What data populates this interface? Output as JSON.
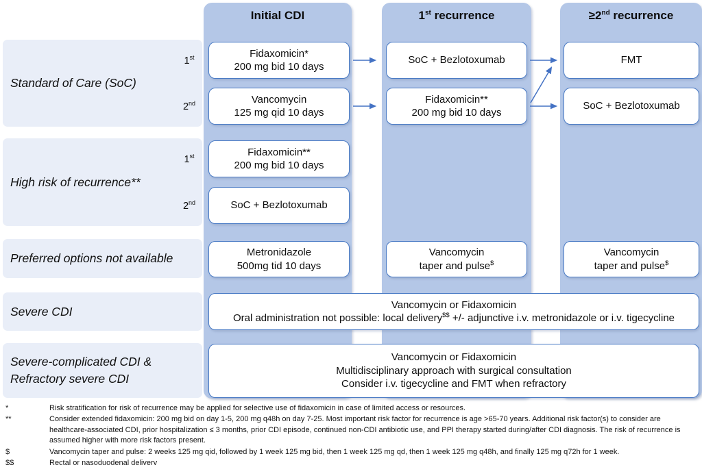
{
  "colors": {
    "band": "#b4c7e7",
    "panel": "#e9eef8",
    "border": "#4a7bc5",
    "arrow": "#4472c4",
    "text": "#1b1b1b"
  },
  "headers": [
    {
      "pre": "Initial CDI",
      "sup": "",
      "post": ""
    },
    {
      "pre": "1",
      "sup": "st",
      "post": " recurrence"
    },
    {
      "pre": "≥2",
      "sup": "nd",
      "post": " recurrence"
    }
  ],
  "rows": [
    {
      "label": "Standard of Care (SoC)"
    },
    {
      "label": "High risk of recurrence**"
    },
    {
      "label": "Preferred options not available"
    },
    {
      "label": "Severe CDI"
    },
    {
      "label_line1": "Severe-complicated CDI &",
      "label_line2": "Refractory severe CDI"
    }
  ],
  "ordinals": {
    "first": {
      "num": "1",
      "sup": "st"
    },
    "second": {
      "num": "2",
      "sup": "nd"
    }
  },
  "boxes": {
    "initial_soc_first": {
      "line1": "Fidaxomicin*",
      "line2": "200 mg bid 10 days"
    },
    "initial_soc_second": {
      "line1": "Vancomycin",
      "line2": "125 mg qid 10 days"
    },
    "initial_hr_first": {
      "line1": "Fidaxomicin**",
      "line2": "200 mg bid 10 days"
    },
    "initial_hr_second": {
      "line1": "SoC + Bezlotoxumab"
    },
    "initial_pona": {
      "line1": "Metronidazole",
      "line2": "500mg tid 10 days"
    },
    "rec1_top": {
      "line1": "SoC + Bezlotoxumab"
    },
    "rec1_bottom": {
      "line1": "Fidaxomicin**",
      "line2": "200 mg bid 10 days"
    },
    "rec1_pona": {
      "line1": "Vancomycin",
      "line2_pre": "taper and pulse",
      "line2_sup": "$"
    },
    "rec2_top": {
      "line1": "FMT"
    },
    "rec2_bottom": {
      "line1": "SoC + Bezlotoxumab"
    },
    "rec2_pona": {
      "line1": "Vancomycin",
      "line2_pre": "taper and pulse",
      "line2_sup": "$"
    },
    "severe": {
      "line1": "Vancomycin or Fidaxomicin",
      "line2_pre": "Oral administration not possible: local delivery",
      "line2_sup": "$$",
      "line2_post": " +/- adjunctive i.v. metronidazole or i.v. tigecycline"
    },
    "severe_complicated": {
      "line1": "Vancomycin or Fidaxomicin",
      "line2": "Multidisciplinary approach with surgical consultation",
      "line3": "Consider i.v. tigecycline and FMT when refractory"
    }
  },
  "footnotes": [
    {
      "symbol": "*",
      "text": "Risk stratification for risk of recurrence may be applied for selective use of fidaxomicin in case of limited access or resources."
    },
    {
      "symbol": "**",
      "text": "Consider extended fidaxomicin: 200 mg bid on day 1-5, 200 mg q48h on day 7-25. Most important risk factor for recurrence is age >65-70 years. Additional risk factor(s) to consider are healthcare-associated CDI, prior hospitalization ≤ 3 months, prior CDI episode, continued non-CDI antibiotic use, and PPI therapy started during/after CDI diagnosis. The risk of recurrence is assumed higher with more risk factors present."
    },
    {
      "symbol": "$",
      "text": "Vancomycin taper and pulse: 2 weeks 125 mg qid, followed by 1 week 125 mg bid, then 1 week 125 mg qd, then 1 week 125 mg q48h, and finally 125 mg q72h for 1 week."
    },
    {
      "symbol": "$$",
      "text": "Rectal or nasoduodenal delivery"
    }
  ]
}
